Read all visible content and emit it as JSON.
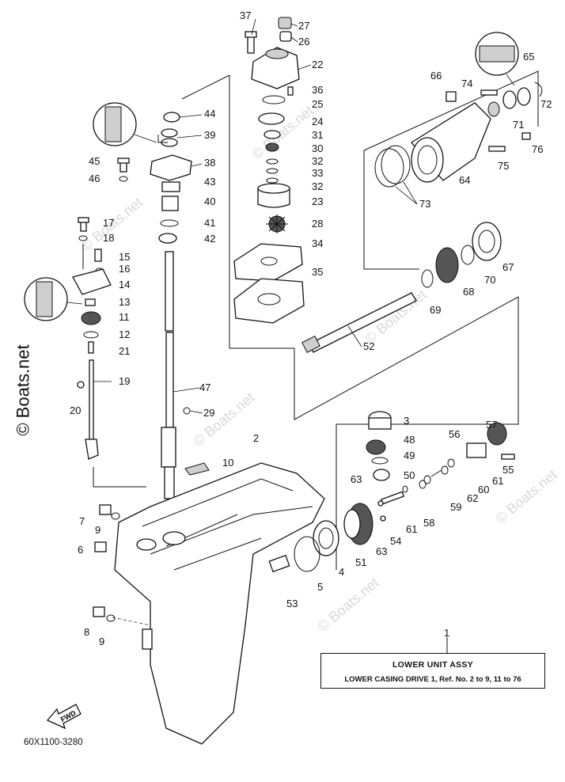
{
  "diagram": {
    "callouts": [
      "37",
      "27",
      "26",
      "22",
      "36",
      "25",
      "24",
      "31",
      "30",
      "32",
      "33",
      "32",
      "23",
      "28",
      "34",
      "35",
      "44",
      "39",
      "38",
      "43",
      "40",
      "41",
      "42",
      "45",
      "46",
      "17",
      "18",
      "15",
      "16",
      "14",
      "13",
      "11",
      "12",
      "21",
      "19",
      "20",
      "47",
      "29",
      "10",
      "2",
      "7",
      "9",
      "6",
      "8",
      "9",
      "65",
      "66",
      "74",
      "72",
      "71",
      "76",
      "75",
      "64",
      "73",
      "67",
      "70",
      "68",
      "69",
      "52",
      "3",
      "48",
      "49",
      "50",
      "57",
      "56",
      "55",
      "61",
      "60",
      "62",
      "59",
      "58",
      "61",
      "63",
      "63",
      "54",
      "51",
      "4",
      "5",
      "53",
      "1"
    ],
    "fwd_label": "FWD"
  },
  "title_box": {
    "line1": "LOWER UNIT ASSY",
    "line2": "LOWER CASING DRIVE 1, Ref. No. 2 to 9, 11 to 76"
  },
  "catalog_code": "60X1100-3280",
  "watermark": {
    "side_text": "© Boats.net",
    "tile_text": "© Boats.net"
  }
}
